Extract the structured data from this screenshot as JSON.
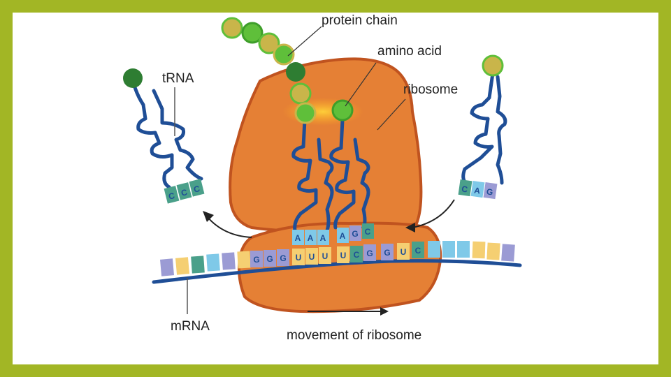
{
  "labels": {
    "protein_chain": "protein chain",
    "amino_acid": "amino acid",
    "trna": "tRNA",
    "ribosome": "ribosome",
    "mrna": "mRNA",
    "movement": "movement of ribosome"
  },
  "codons": {
    "left_trna": [
      "C",
      "C",
      "C"
    ],
    "p_site_trna": [
      "A",
      "A",
      "A"
    ],
    "a_site_trna": [
      "A",
      "G",
      "C"
    ],
    "right_trna": [
      "C",
      "A",
      "G"
    ],
    "mrna_visible": [
      "G",
      "G",
      "G",
      "U",
      "U",
      "U",
      "U",
      "C",
      "G",
      "G",
      "U",
      "C"
    ]
  },
  "colors": {
    "frame": "#a2b625",
    "ribosome_fill": "#e58035",
    "ribosome_edge": "#c0531f",
    "trna_strand": "#1f4e96",
    "mrna_backbone": "#1f4e96",
    "amino_green": "#5fbf3a",
    "amino_dark": "#2e7d32",
    "amino_tan": "#c9b54a",
    "base_teal": "#4aa08a",
    "base_blue": "#7fc9e8",
    "base_purple": "#9b9bd4",
    "base_yellow": "#f5cf72"
  }
}
